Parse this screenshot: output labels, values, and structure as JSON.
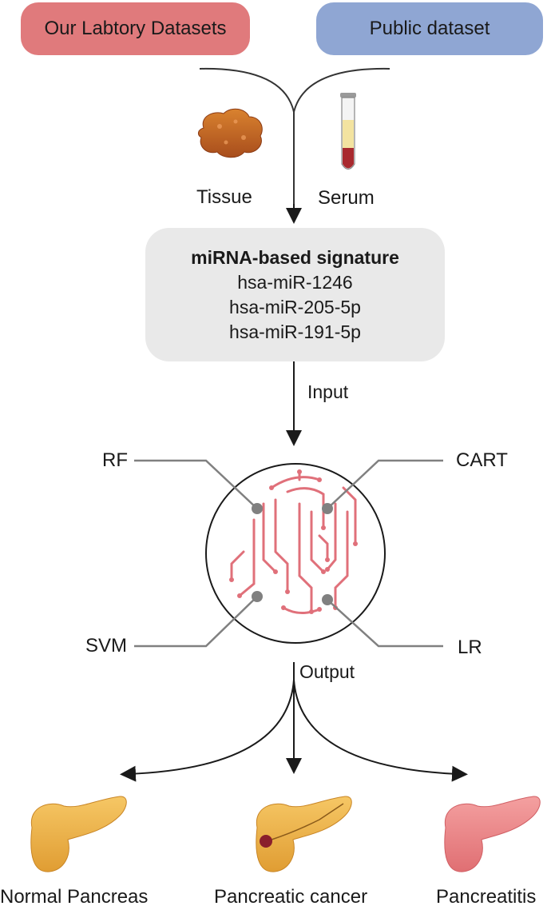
{
  "sources": {
    "lab": "Our Labtory Datasets",
    "public": "Public dataset"
  },
  "samples": {
    "tissue": "Tissue",
    "serum": "Serum"
  },
  "signature": {
    "title": "miRNA-based signature",
    "mirnas": [
      "hsa-miR-1246",
      "hsa-miR-205-5p",
      "hsa-miR-191-5p"
    ]
  },
  "flow": {
    "input": "Input",
    "output": "Output"
  },
  "models": {
    "rf": "RF",
    "cart": "CART",
    "svm": "SVM",
    "lr": "LR"
  },
  "outcomes": {
    "normal": "Normal Pancreas",
    "cancer": "Pancreatic cancer",
    "pancreatitis": "Pancreatitis"
  },
  "colors": {
    "lab_pill": "#e07a7c",
    "public_pill": "#8fa6d3",
    "signature_box": "#e9e9e9",
    "circuit": "#e0707a",
    "connector": "#808080"
  }
}
